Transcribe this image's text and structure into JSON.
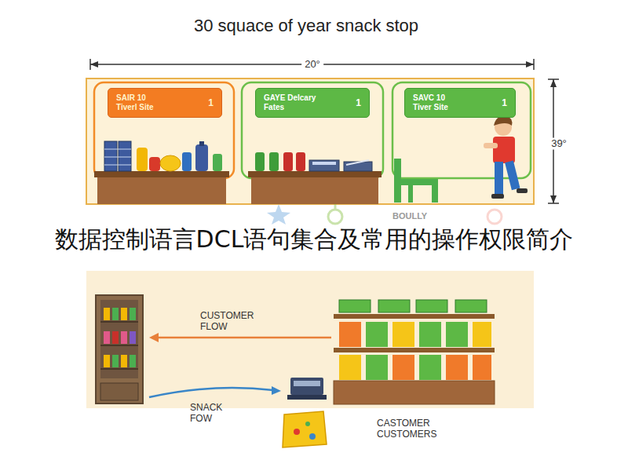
{
  "diagram": {
    "title": "30 squace of year snack stop",
    "caption": "数据控制语言DCL语句集合及常用的操作权限简介",
    "nodes": [
      {
        "text": [
          "SAIR 10 Tiverl Site",
          "1"
        ]
      },
      {
        "text": [
          "GAYE Delcary Fates",
          "1"
        ]
      },
      {
        "text": [
          "SAVC 10 Tiver Site",
          "1"
        ]
      }
    ],
    "labels": [
      "20°",
      "39°",
      "BOULLY",
      "CUSTOMER FLOW",
      "SNACK FOW",
      "CASTOMER CUSTOMERS"
    ]
  }
}
